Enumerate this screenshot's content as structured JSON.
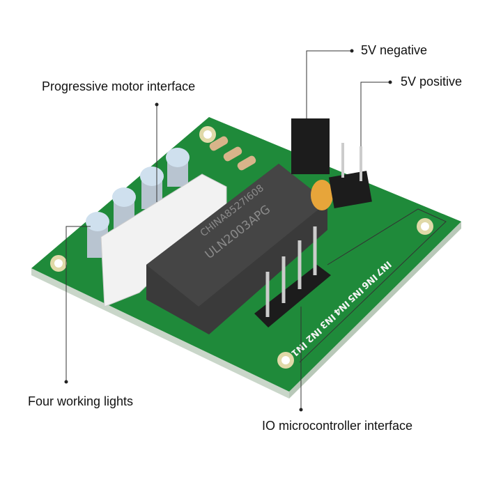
{
  "labels": {
    "v5_negative": "5V negative",
    "v5_positive": "5V positive",
    "motor_interface": "Progressive motor interface",
    "working_lights": "Four working lights",
    "io_interface": "IO microcontroller interface"
  },
  "board": {
    "chip_line1": "CHINA8527I608",
    "chip_line2": "ULN2003APG",
    "pin_labels": [
      "IN1",
      "IN2",
      "IN3",
      "IN4",
      "IN5",
      "IN6",
      "IN7"
    ],
    "colors": {
      "pcb": "#1f8a3a",
      "chip": "#3a3a3a",
      "connector": "#f2f2f2"
    }
  }
}
